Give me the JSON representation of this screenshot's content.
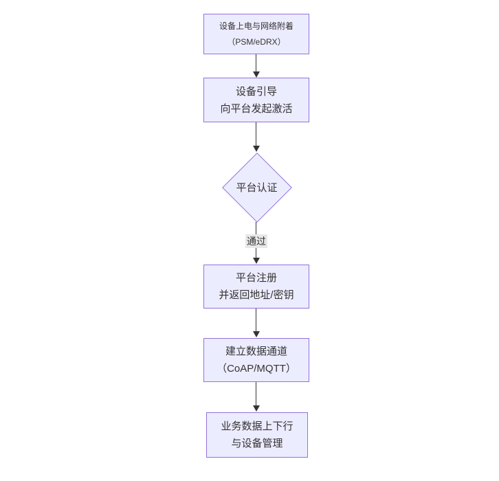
{
  "flow": {
    "nodes": [
      {
        "id": "power-attach",
        "shape": "rect",
        "lines": [
          "设备上电与网络附着",
          "（PSM/eDRX）"
        ]
      },
      {
        "id": "bootstrap",
        "shape": "rect",
        "lines": [
          "设备引导",
          "向平台发起激活"
        ]
      },
      {
        "id": "platform-auth",
        "shape": "diamond",
        "lines": [
          "平台认证"
        ]
      },
      {
        "id": "register",
        "shape": "rect",
        "lines": [
          "平台注册",
          "并返回地址/密钥"
        ]
      },
      {
        "id": "data-channel",
        "shape": "rect",
        "lines": [
          "建立数据通道",
          "（CoAP/MQTT）"
        ]
      },
      {
        "id": "business",
        "shape": "rect",
        "lines": [
          "业务数据上下行",
          "与设备管理"
        ]
      }
    ],
    "edges": [
      {
        "from": "power-attach",
        "to": "bootstrap",
        "label": ""
      },
      {
        "from": "bootstrap",
        "to": "platform-auth",
        "label": ""
      },
      {
        "from": "platform-auth",
        "to": "register",
        "label": "通过"
      },
      {
        "from": "register",
        "to": "data-channel",
        "label": ""
      },
      {
        "from": "data-channel",
        "to": "business",
        "label": ""
      }
    ],
    "colors": {
      "node_fill": "#ECECFF",
      "node_border": "#9370DB",
      "edge_stroke": "#333333",
      "edge_label_bg": "#e8e8e8",
      "text": "#333333",
      "background": "#ffffff"
    }
  }
}
